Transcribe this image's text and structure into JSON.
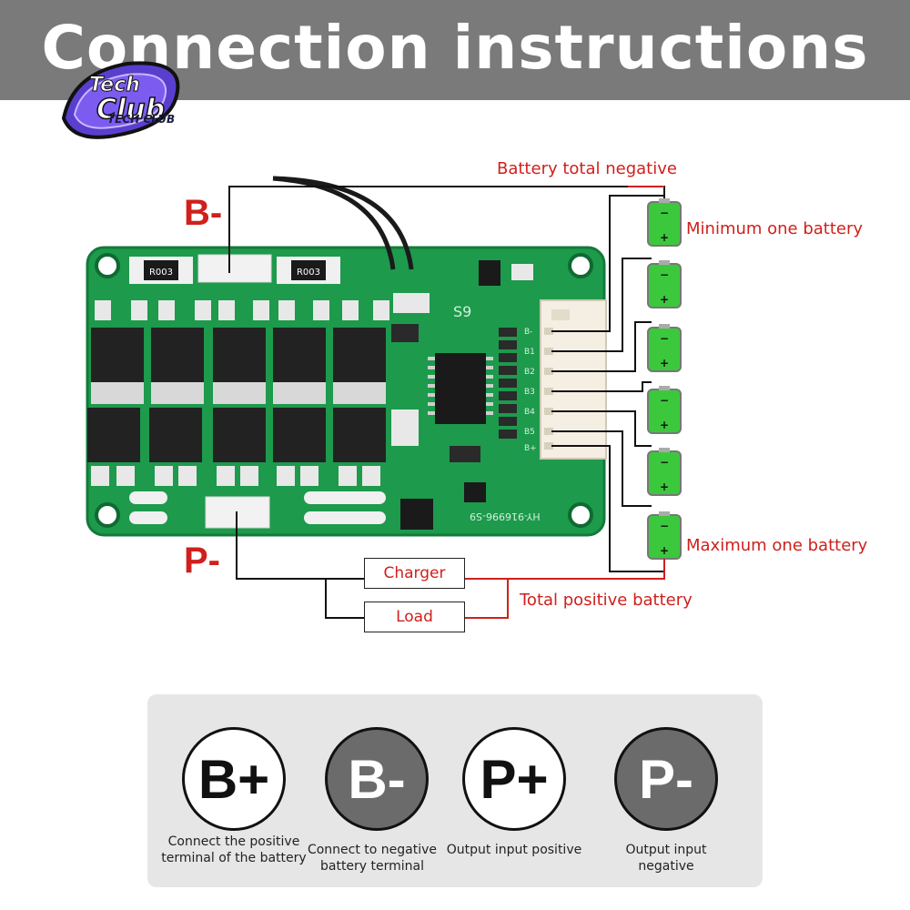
{
  "header": {
    "title": "Connection instructions"
  },
  "logo": {
    "brand": "TECH CLUB",
    "script": "Tech Club"
  },
  "terminals": {
    "b_minus": "B-",
    "p_minus": "P-"
  },
  "labels": {
    "battery_total_negative": "Battery total negative",
    "minimum_one_battery": "Minimum one battery",
    "maximum_one_battery": "Maximum one battery",
    "total_positive_battery": "Total positive battery",
    "charger": "Charger",
    "load": "Load"
  },
  "board": {
    "silk_code": "S9",
    "part_number": "HY-916996-S9",
    "resistor_code": "R003",
    "connector_pins": [
      "B-",
      "B1",
      "B2",
      "B3",
      "B4",
      "B5",
      "B+"
    ]
  },
  "legend": [
    {
      "symbol": "B+",
      "caption": "Connect the positive terminal of the battery",
      "style": "light"
    },
    {
      "symbol": "B-",
      "caption": "Connect to negative battery terminal",
      "style": "dark"
    },
    {
      "symbol": "P+",
      "caption": "Output input positive",
      "style": "light"
    },
    {
      "symbol": "P-",
      "caption": "Output input negative",
      "style": "dark"
    }
  ],
  "colors": {
    "header": "#7a7a7a",
    "label_red": "#d0201c",
    "pcb_green": "#1d9a4c",
    "battery_green": "#3cc83c",
    "panel": "#e6e6e6"
  }
}
